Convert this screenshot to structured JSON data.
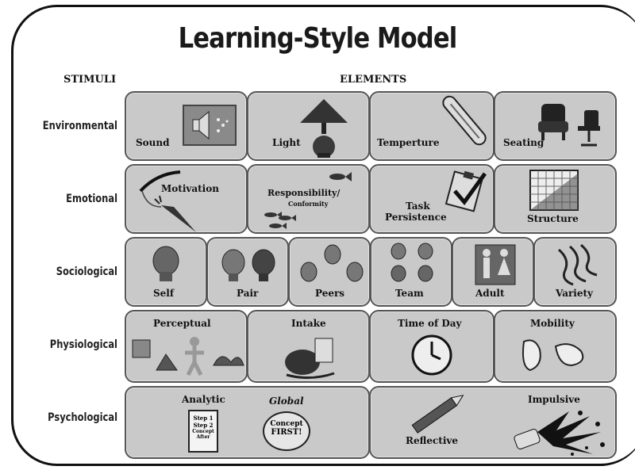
{
  "title": "Learning-Style Model",
  "headers": {
    "stimuli": "STIMULI",
    "elements": "ELEMENTS"
  },
  "rows": {
    "environmental": "Environmental",
    "emotional": "Emotional",
    "sociological": "Sociological",
    "physiological": "Physiological",
    "psychological": "Psychological"
  },
  "cells": {
    "sound": "Sound",
    "light": "Light",
    "temperature": "Temperture",
    "seating": "Seating",
    "motivation": "Motivation",
    "responsibility": "Responsibility/",
    "conformity": "Conformity",
    "task1": "Task",
    "task2": "Persistence",
    "structure": "Structure",
    "self": "Self",
    "pair": "Pair",
    "peers": "Peers",
    "team": "Team",
    "adult": "Adult",
    "variety": "Variety",
    "perceptual": "Perceptual",
    "intake": "Intake",
    "timeofday": "Time of Day",
    "mobility": "Mobility",
    "analytic": "Analytic",
    "global": "Global",
    "reflective": "Reflective",
    "impulsive": "Impulsive"
  },
  "signs": {
    "step1": "Step 1",
    "step2": "Step 2",
    "concept_after": "Concept After",
    "concept": "Concept",
    "first": "FIRST!"
  }
}
